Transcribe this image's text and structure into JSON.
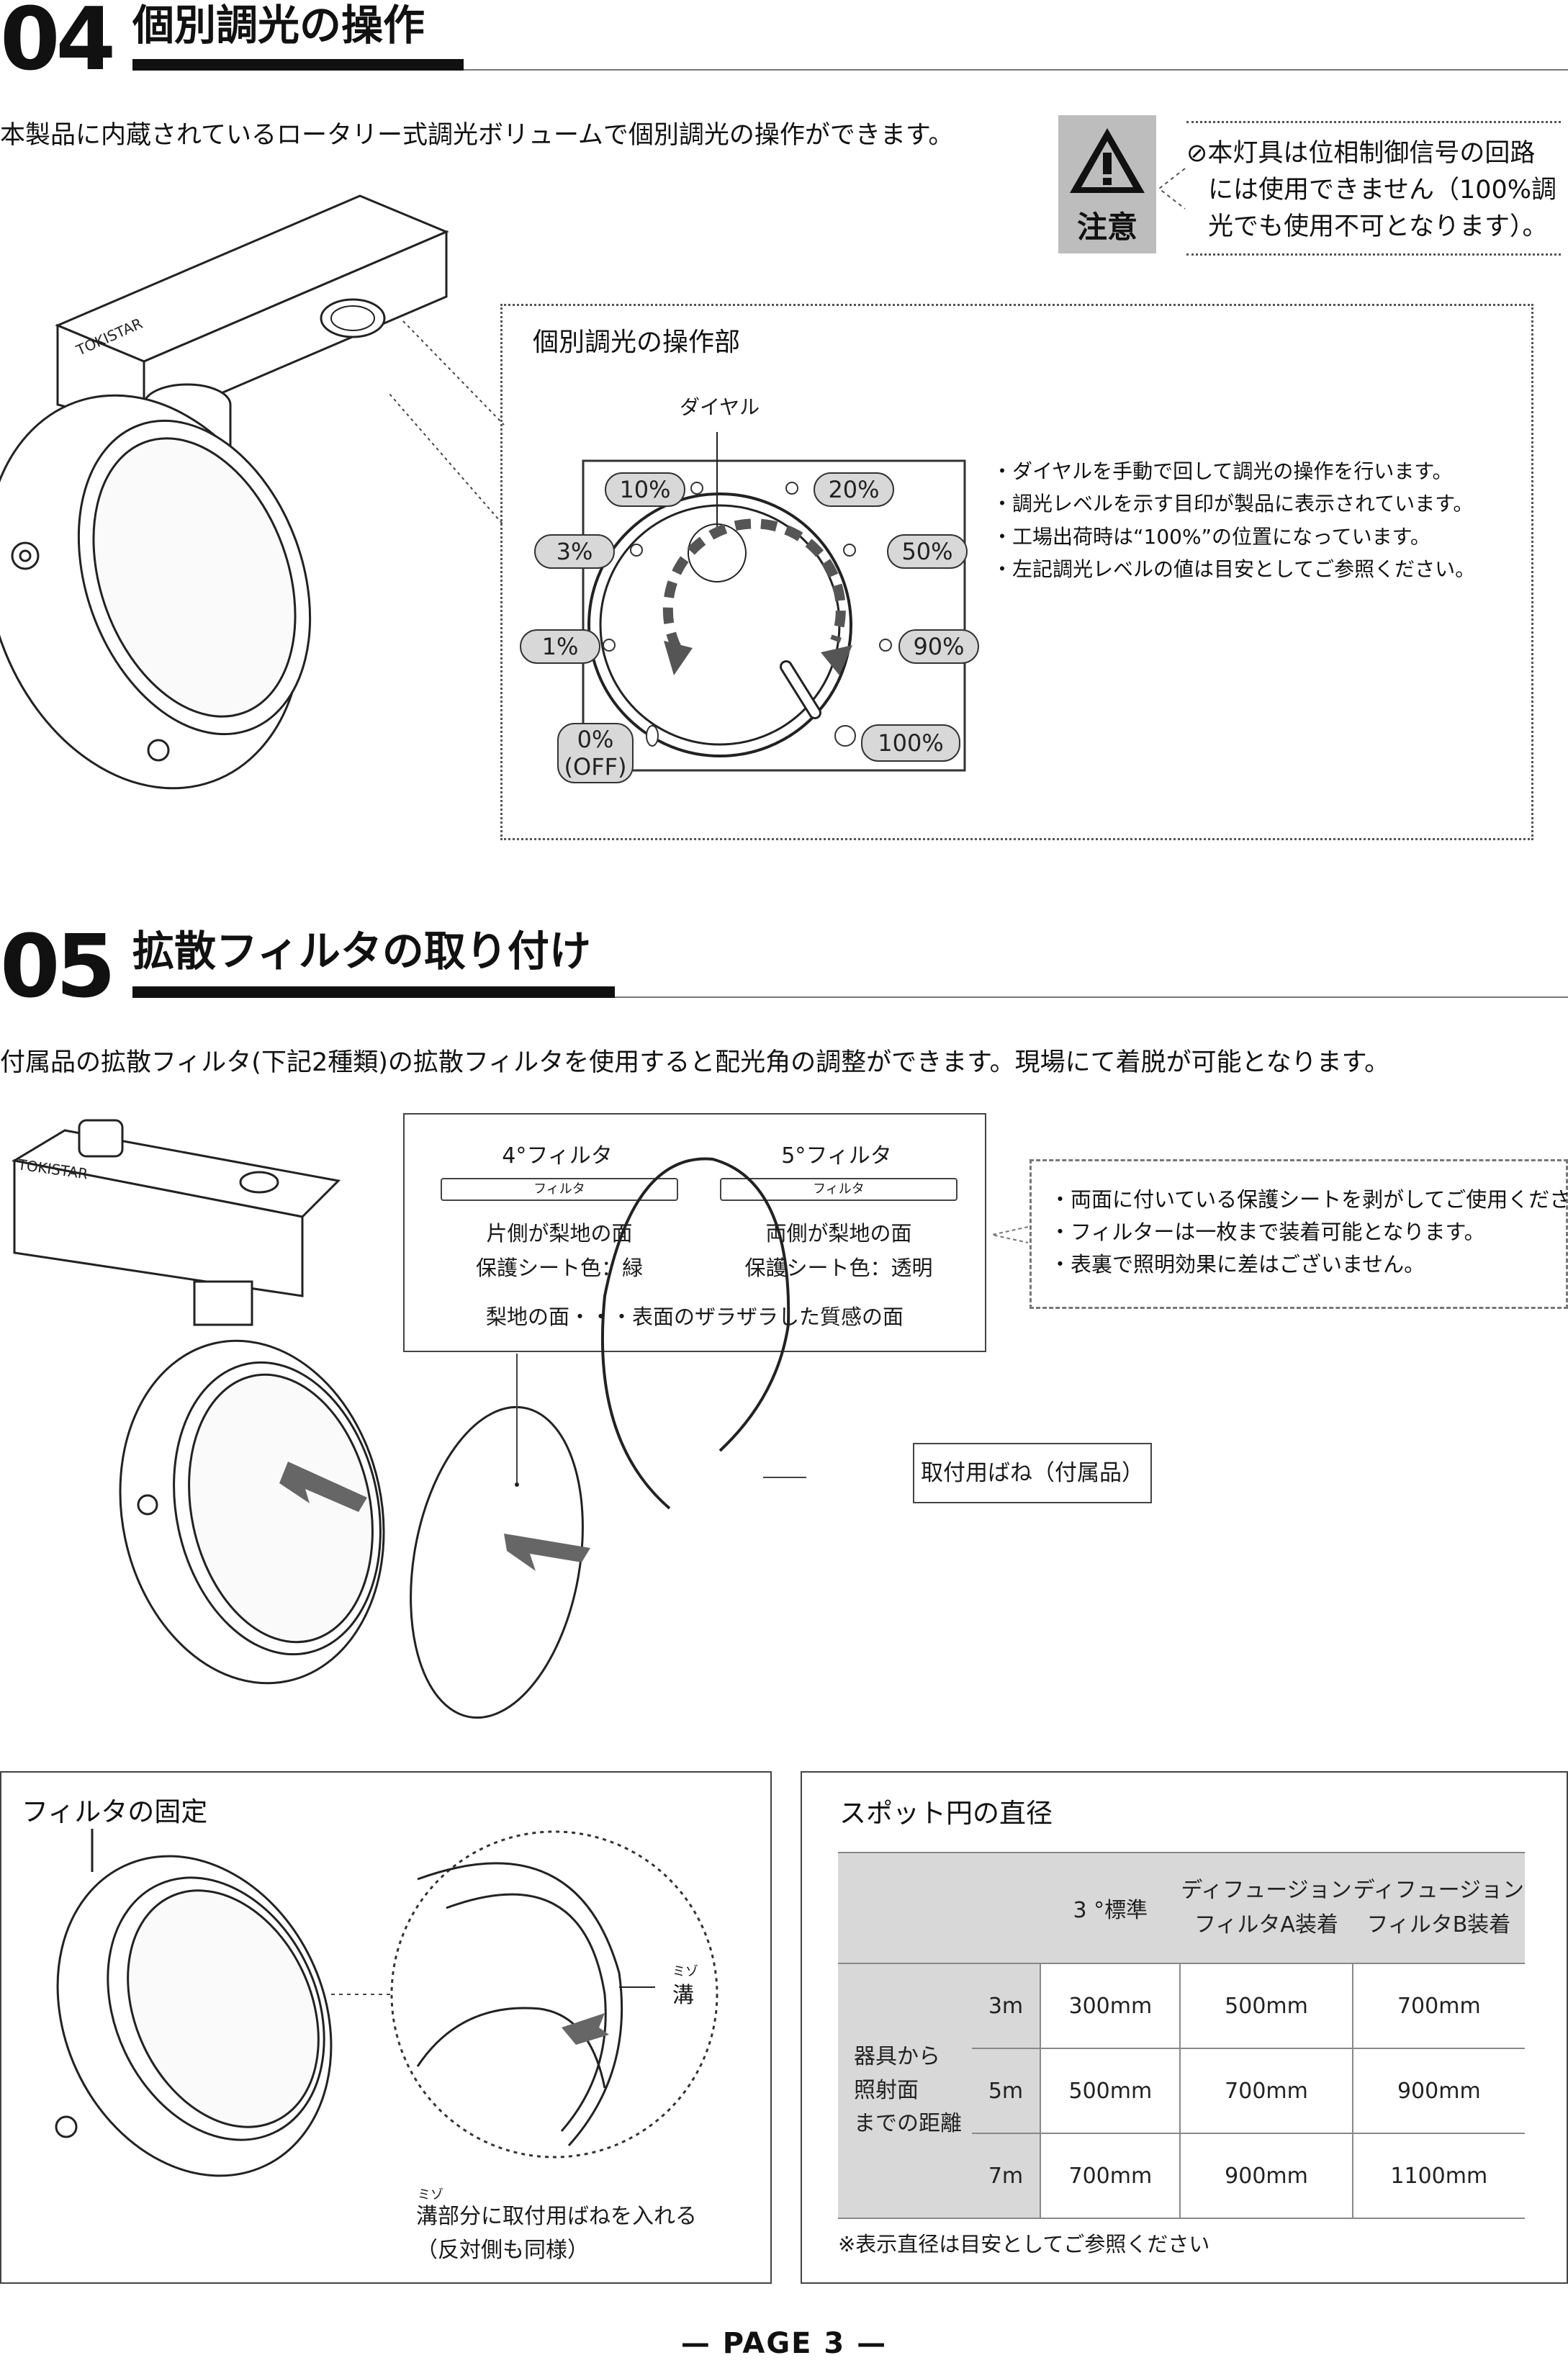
{
  "section04": {
    "number": "04",
    "title": "個別調光の操作",
    "intro": "本製品に内蔵されているロータリー式調光ボリュームで個別調光の操作ができます。",
    "caution_label": "注意",
    "caution_lines": [
      "⊘本灯具は位相制御信号の回路",
      "には使用できません（100%調",
      "光でも使用不可となります）。"
    ],
    "product_brand": "TOKISTAR",
    "panel_title": "個別調光の操作部",
    "dial_label": "ダイヤル",
    "levels": [
      "10%",
      "20%",
      "3%",
      "50%",
      "1%",
      "90%",
      "0%\n(OFF)",
      "100%"
    ],
    "notes": [
      "・ダイヤルを手動で回して調光の操作を行います。",
      "・調光レベルを示す目印が製品に表示されています。",
      "・工場出荷時は“100%”の位置になっています。",
      "・左記調光レベルの値は目安としてご参照ください。"
    ]
  },
  "section05": {
    "number": "05",
    "title": "拡散フィルタの取り付け",
    "intro": "付属品の拡散フィルタ(下記2種類)の拡散フィルタを使用すると配光角の調整ができます。現場にて着脱が可能となります。",
    "product_brand": "TOKISTAR",
    "filters": [
      {
        "name": "4°フィルタ",
        "strip": "フィルタ",
        "line1": "片側が梨地の面",
        "line2": "保護シート色：緑"
      },
      {
        "name": "5°フィルタ",
        "strip": "フィルタ",
        "line1": "両側が梨地の面",
        "line2": "保護シート色：透明"
      }
    ],
    "matte_note": "梨地の面・・・表面のザラザラした質感の面",
    "notes": [
      "・両面に付いている保護シートを剥がしてご使用ください。",
      "・フィルターは一枚まで装着可能となります。",
      "・表裏で照明効果に差はございません。"
    ],
    "spring_label": "取付用ばね（付属品）"
  },
  "fix_box": {
    "title": "フィルタの固定",
    "groove_ruby": "ミゾ",
    "groove_label": "溝",
    "caption_ruby": "ミゾ",
    "caption_line1": "溝部分に取付用ばねを入れる",
    "caption_line2": "（反対側も同様）"
  },
  "spot_box": {
    "title": "スポット円の直径",
    "headers": [
      "3 °標準",
      "ディフュージョン\nフィルタA装着",
      "ディフュージョン\nフィルタB装着"
    ],
    "side_label": "器具から\n照射面\nまでの距離",
    "rows": [
      {
        "dist": "3m",
        "values": [
          "300mm",
          "500mm",
          "700mm"
        ]
      },
      {
        "dist": "5m",
        "values": [
          "500mm",
          "700mm",
          "900mm"
        ]
      },
      {
        "dist": "7m",
        "values": [
          "700mm",
          "900mm",
          "1100mm"
        ]
      }
    ],
    "note": "※表示直径は目安としてご参照ください"
  },
  "footer": "— PAGE 3 —"
}
